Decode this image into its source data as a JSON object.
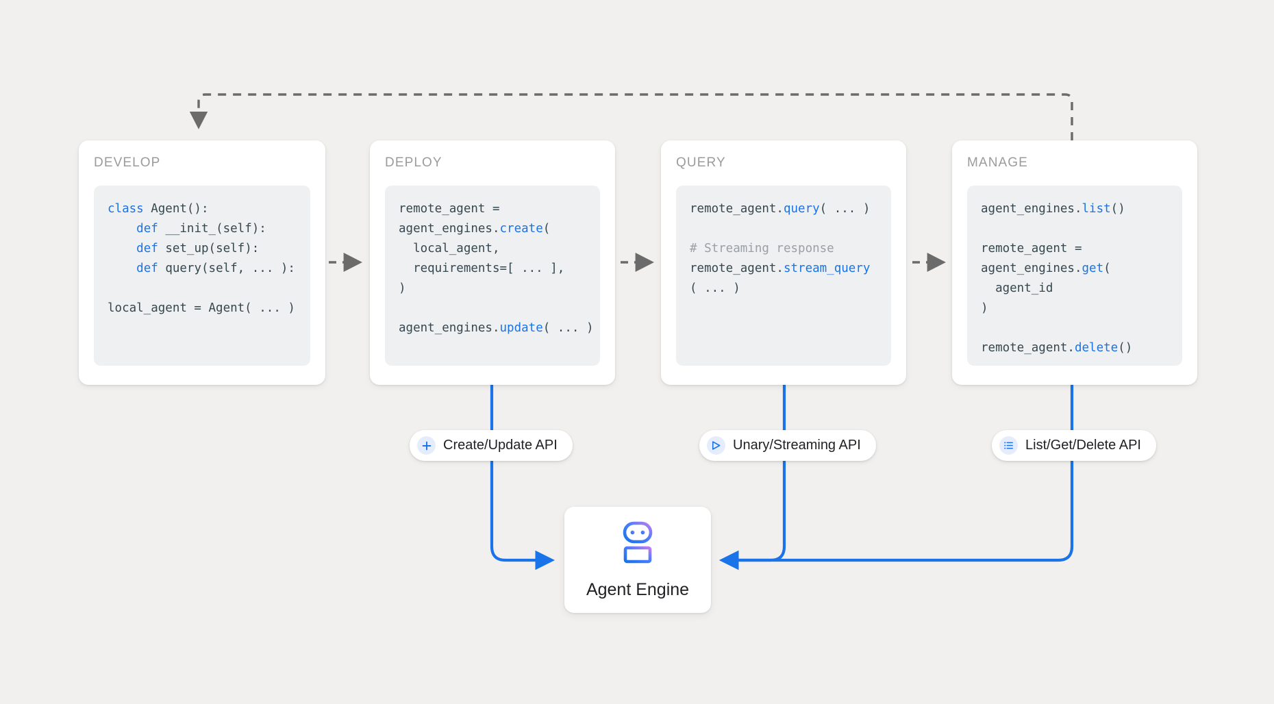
{
  "canvas": {
    "background": "#f1f0ee",
    "accent_blue": "#1a73e8",
    "arrow_gray": "#6b6b6b"
  },
  "stages": [
    {
      "id": "develop",
      "title": "DEVELOP",
      "code_lines": [
        [
          {
            "t": "class ",
            "c": "kw"
          },
          {
            "t": "Agent():",
            "c": ""
          }
        ],
        [
          {
            "t": "    def ",
            "c": "kw"
          },
          {
            "t": "__init_(self):",
            "c": ""
          }
        ],
        [
          {
            "t": "    def ",
            "c": "kw"
          },
          {
            "t": "set_up(self):",
            "c": ""
          }
        ],
        [
          {
            "t": "    def ",
            "c": "kw"
          },
          {
            "t": "query(self, ... ):",
            "c": ""
          }
        ],
        [
          {
            "t": "",
            "c": ""
          }
        ],
        [
          {
            "t": "local_agent = Agent( ... )",
            "c": ""
          }
        ]
      ]
    },
    {
      "id": "deploy",
      "title": "DEPLOY",
      "code_lines": [
        [
          {
            "t": "remote_agent =",
            "c": ""
          }
        ],
        [
          {
            "t": "agent_engines.",
            "c": ""
          },
          {
            "t": "create",
            "c": "kw"
          },
          {
            "t": "(",
            "c": ""
          }
        ],
        [
          {
            "t": "  local_agent,",
            "c": ""
          }
        ],
        [
          {
            "t": "  requirements=[ ... ],",
            "c": ""
          }
        ],
        [
          {
            "t": ")",
            "c": ""
          }
        ],
        [
          {
            "t": "",
            "c": ""
          }
        ],
        [
          {
            "t": "agent_engines.",
            "c": ""
          },
          {
            "t": "update",
            "c": "kw"
          },
          {
            "t": "( ... )",
            "c": ""
          }
        ]
      ]
    },
    {
      "id": "query",
      "title": "QUERY",
      "code_lines": [
        [
          {
            "t": "remote_agent.",
            "c": ""
          },
          {
            "t": "query",
            "c": "kw"
          },
          {
            "t": "( ... )",
            "c": ""
          }
        ],
        [
          {
            "t": "",
            "c": ""
          }
        ],
        [
          {
            "t": "# Streaming response",
            "c": "cmt"
          }
        ],
        [
          {
            "t": "remote_agent.",
            "c": ""
          },
          {
            "t": "stream_query",
            "c": "kw"
          }
        ],
        [
          {
            "t": "( ... )",
            "c": ""
          }
        ]
      ]
    },
    {
      "id": "manage",
      "title": "MANAGE",
      "code_lines": [
        [
          {
            "t": "agent_engines.",
            "c": ""
          },
          {
            "t": "list",
            "c": "kw"
          },
          {
            "t": "()",
            "c": ""
          }
        ],
        [
          {
            "t": "",
            "c": ""
          }
        ],
        [
          {
            "t": "remote_agent =",
            "c": ""
          }
        ],
        [
          {
            "t": "agent_engines.",
            "c": ""
          },
          {
            "t": "get",
            "c": "kw"
          },
          {
            "t": "(",
            "c": ""
          }
        ],
        [
          {
            "t": "  agent_id",
            "c": ""
          }
        ],
        [
          {
            "t": ")",
            "c": ""
          }
        ],
        [
          {
            "t": "",
            "c": ""
          }
        ],
        [
          {
            "t": "remote_agent.",
            "c": ""
          },
          {
            "t": "delete",
            "c": "kw"
          },
          {
            "t": "()",
            "c": ""
          }
        ]
      ]
    }
  ],
  "pills": [
    {
      "id": "create-update",
      "label": "Create/Update API",
      "icon": "plus-icon"
    },
    {
      "id": "unary-streaming",
      "label": "Unary/Streaming API",
      "icon": "send-icon"
    },
    {
      "id": "list-get-delete",
      "label": "List/Get/Delete API",
      "icon": "list-icon"
    }
  ],
  "engine": {
    "label": "Agent Engine",
    "icon": "robot-icon"
  }
}
